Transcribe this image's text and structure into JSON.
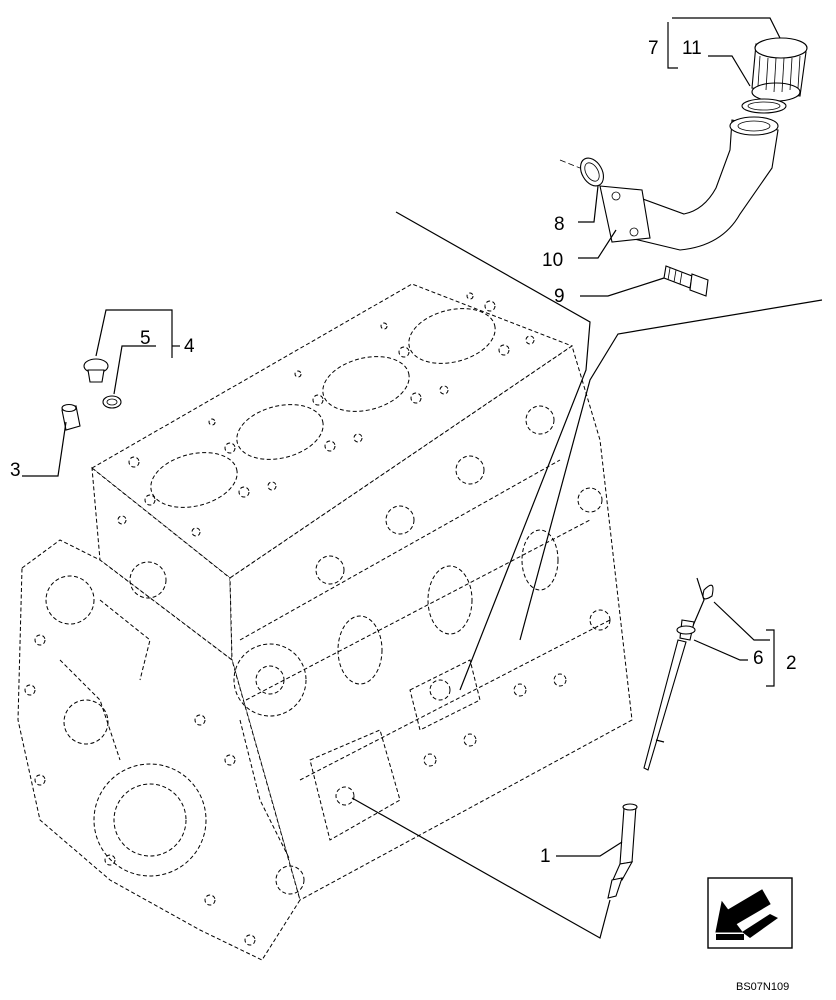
{
  "callouts": {
    "c1": "1",
    "c2": "2",
    "c3": "3",
    "c4": "4",
    "c5": "5",
    "c6": "6",
    "c7": "7",
    "c8": "8",
    "c9": "9",
    "c10": "10",
    "c11": "11"
  },
  "figure_code": "BS07N109",
  "nav_icon": "arrow-left-down-icon"
}
